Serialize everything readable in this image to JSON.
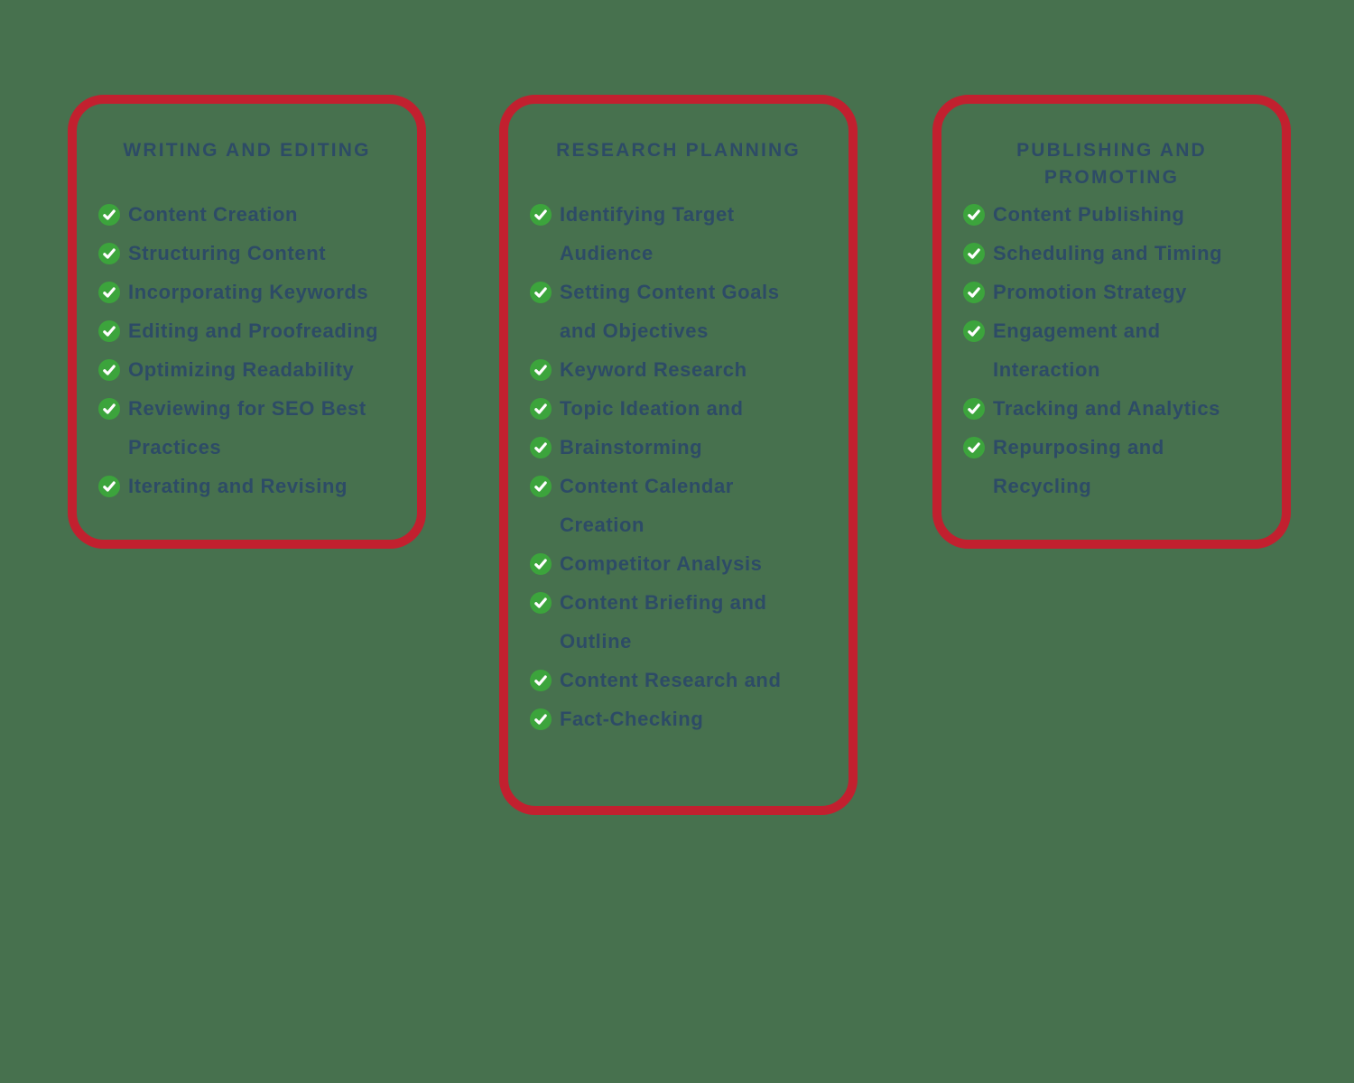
{
  "background_color": "#47714E",
  "colors": {
    "card_border": "#C2202F",
    "text": "#2D4B66",
    "check_circle": "#3CA43C",
    "check_mark": "#FFFFFF"
  },
  "cards": [
    {
      "title": "WRITING AND EDITING",
      "items": [
        {
          "label": "Content Creation"
        },
        {
          "label": "Structuring Content"
        },
        {
          "label": "Incorporating Keywords"
        },
        {
          "label": "Editing and Proofreading"
        },
        {
          "label": "Optimizing Readability"
        },
        {
          "label": "Reviewing for SEO Best\nPractices"
        },
        {
          "label": "Iterating and Revising"
        }
      ]
    },
    {
      "title": "RESEARCH PLANNING",
      "items": [
        {
          "label": "Identifying Target\nAudience"
        },
        {
          "label": "Setting Content Goals\nand Objectives"
        },
        {
          "label": "Keyword Research"
        },
        {
          "label": "Topic Ideation and"
        },
        {
          "label": "Brainstorming"
        },
        {
          "label": "Content Calendar\nCreation"
        },
        {
          "label": "Competitor Analysis"
        },
        {
          "label": "Content Briefing and\nOutline"
        },
        {
          "label": "Content Research and"
        },
        {
          "label": "Fact-Checking"
        }
      ]
    },
    {
      "title": "PUBLISHING AND PROMOTING",
      "items": [
        {
          "label": "Content Publishing"
        },
        {
          "label": "Scheduling and Timing"
        },
        {
          "label": "Promotion Strategy"
        },
        {
          "label": "Engagement and\nInteraction"
        },
        {
          "label": "Tracking and Analytics"
        },
        {
          "label": "Repurposing and\nRecycling"
        }
      ]
    }
  ]
}
